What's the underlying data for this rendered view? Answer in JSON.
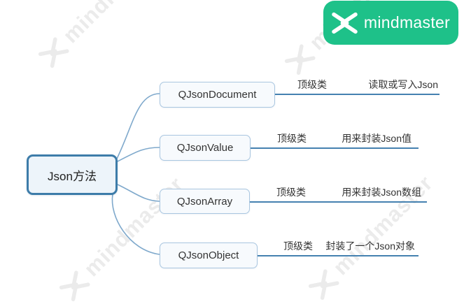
{
  "badge": {
    "label": "mindmaster",
    "logo_icon": "mindmaster-bowtie-icon",
    "background_color": "#1EC189",
    "text_color": "#FFFFFF"
  },
  "watermark": {
    "text": "mindmaster",
    "icon": "mindmaster-bowtie-icon",
    "color": "#EBEBEB"
  },
  "mindmap": {
    "root": {
      "label": "Json方法"
    },
    "branches": [
      {
        "topic": "QJsonDocument",
        "tag": "顶级类",
        "note": "读取或写入Json"
      },
      {
        "topic": "QJsonValue",
        "tag": "顶级类",
        "note": "用来封装Json值"
      },
      {
        "topic": "QJsonArray",
        "tag": "顶级类",
        "note": "用来封装Json数组"
      },
      {
        "topic": "QJsonObject",
        "tag": "顶级类",
        "note": "封装了一个Json对象"
      }
    ]
  },
  "colors": {
    "root_border": "#3D7CA9",
    "root_fill": "#EDF4FA",
    "child_border": "#A9C6E0",
    "child_fill": "#F7FAFD",
    "branch_line": "#4581B0",
    "connector_line": "#7FA9CC",
    "text": "#333333"
  }
}
